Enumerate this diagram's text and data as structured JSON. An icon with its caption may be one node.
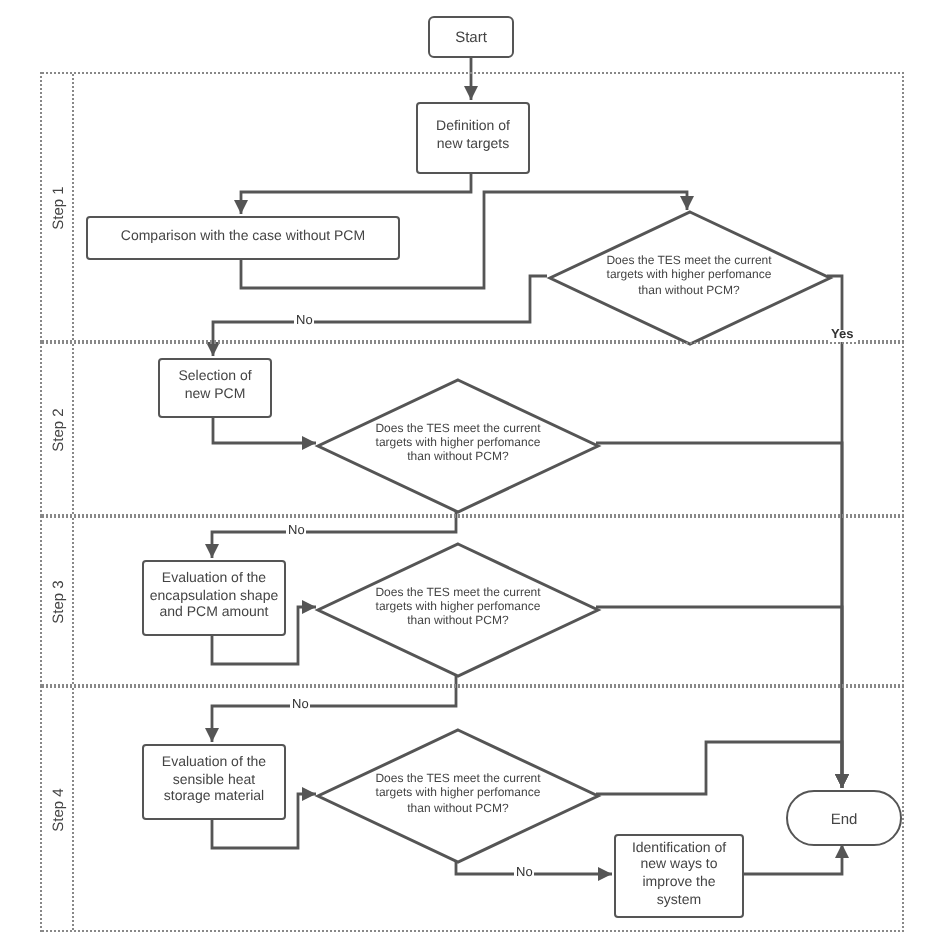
{
  "diagram": {
    "nodes": [
      {
        "text": [
          "Start"
        ]
      },
      {
        "text": [
          "Step 1"
        ]
      },
      {
        "text": [
          "Definition of new targets"
        ],
        "in": 1
      },
      {
        "text": [
          "Comparison with the case without PCM"
        ],
        "in": 1
      },
      {
        "text": [
          "Does the TES meet the current targets with higher perfomance than without PCM?"
        ],
        "in": 1
      },
      {
        "text": [
          "Step 2"
        ]
      },
      {
        "text": [
          "Selection of new PCM"
        ],
        "in": 5
      },
      {
        "text": [
          "Does the TES meet the current targets with higher perfomance than without PCM?"
        ],
        "in": 5
      },
      {
        "text": [
          "Step 3"
        ]
      },
      {
        "text": [
          "Evaluation of the encapsulation shape and PCM amount"
        ],
        "in": 8
      },
      {
        "text": [
          "Does the TES meet the current targets with higher perfomance than without PCM?"
        ],
        "in": 8
      },
      {
        "text": [
          "Step 4"
        ]
      },
      {
        "text": [
          "Evaluation of the sensible heat storage material"
        ],
        "in": 11
      },
      {
        "text": [
          "Does the TES meet the current targets with higher perfomance than without PCM?"
        ],
        "in": 11
      },
      {
        "text": [
          "Identification of new ways to improve the system"
        ],
        "in": 11
      },
      {
        "text": [
          "End"
        ],
        "in": 11
      }
    ],
    "edges": [
      {
        "from": 0,
        "to": 2,
        "arrow": "to"
      },
      {
        "from": 2,
        "to": 3,
        "arrow": "to"
      },
      {
        "from": 3,
        "to": 4,
        "arrow": "to"
      },
      {
        "from": 4,
        "to": 15,
        "arrow": "to",
        "label": "Yes"
      },
      {
        "from": 4,
        "to": 6,
        "arrow": "to",
        "label": "No"
      },
      {
        "from": 6,
        "to": 7,
        "arrow": "to"
      },
      {
        "from": 7,
        "to": 15,
        "arrow": "to"
      },
      {
        "from": 7,
        "to": 9,
        "arrow": "to",
        "label": "No"
      },
      {
        "from": 9,
        "to": 10,
        "arrow": "to"
      },
      {
        "from": 10,
        "to": 15,
        "arrow": "to"
      },
      {
        "from": 10,
        "to": 12,
        "arrow": "to",
        "label": "No"
      },
      {
        "from": 12,
        "to": 13,
        "arrow": "to"
      },
      {
        "from": 13,
        "to": 15,
        "arrow": "to"
      },
      {
        "from": 13,
        "to": 14,
        "arrow": "to",
        "label": "No"
      },
      {
        "from": 14,
        "to": 15,
        "arrow": "to"
      }
    ]
  }
}
